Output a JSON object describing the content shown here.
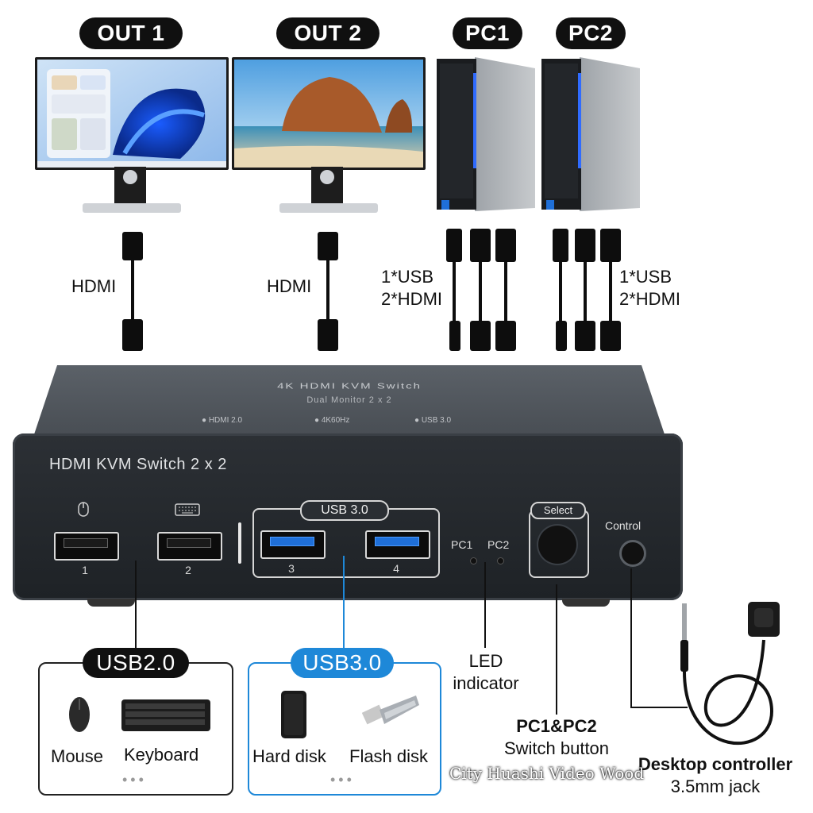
{
  "outputs": [
    {
      "title": "OUT 1"
    },
    {
      "title": "OUT 2"
    }
  ],
  "pcs": [
    {
      "title": "PC1"
    },
    {
      "title": "PC2"
    }
  ],
  "cables": {
    "hdmi_left": "HDMI",
    "hdmi_right": "HDMI",
    "pc1_line1": "1*USB",
    "pc1_line2": "2*HDMI",
    "pc2_line1": "1*USB",
    "pc2_line2": "2*HDMI"
  },
  "device": {
    "top_title": "4K HDMI KVM Switch",
    "top_subtitle": "Dual Monitor 2 x 2",
    "top_features": [
      "● HDMI 2.0",
      "● 4K60Hz",
      "● USB 3.0"
    ],
    "front_title": "HDMI KVM Switch 2 x 2",
    "usb3_label": "USB 3.0",
    "ports": [
      "1",
      "2",
      "3",
      "4"
    ],
    "led_pc1": "PC1",
    "led_pc2": "PC2",
    "select_label": "Select",
    "control_label": "Control"
  },
  "callouts": {
    "usb2_title": "USB2.0",
    "usb3_title": "USB3.0",
    "mouse": "Mouse",
    "keyboard": "Keyboard",
    "hard_disk": "Hard disk",
    "flash_disk": "Flash disk",
    "more": "•••",
    "led_line1": "LED",
    "led_line2": "indicator",
    "switch_line1": "PC1&PC2",
    "switch_line2": "Switch button",
    "desktop_line1": "Desktop controller",
    "desktop_line2": "3.5mm jack"
  },
  "watermark": "City Huashi Video Wood",
  "colors": {
    "pill_bg": "#101010",
    "usb3_accent": "#1e88d8",
    "device_body": "#2a2e33"
  }
}
